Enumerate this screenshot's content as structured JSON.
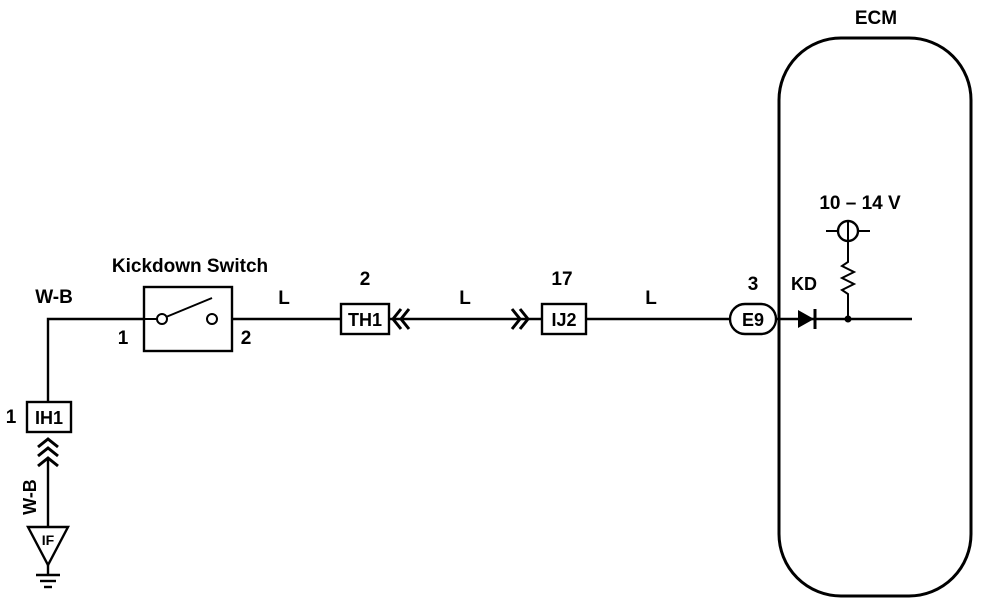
{
  "ecm": {
    "label": "ECM",
    "voltage": "10 – 14 V",
    "terminal_name": "KD"
  },
  "switch": {
    "label": "Kickdown Switch",
    "pin_in": "1",
    "pin_out": "2"
  },
  "wires": {
    "wb_top": "W-B",
    "wb_vertical": "W-B",
    "l_1": "L",
    "l_2": "L",
    "l_3": "L"
  },
  "connectors": {
    "th1": {
      "label": "TH1",
      "pin": "2"
    },
    "ij2": {
      "label": "IJ2",
      "pin": "17"
    },
    "e9": {
      "label": "E9",
      "pin": "3"
    },
    "ih1": {
      "label": "IH1",
      "pin": "1"
    }
  },
  "ground": {
    "label": "IF"
  }
}
